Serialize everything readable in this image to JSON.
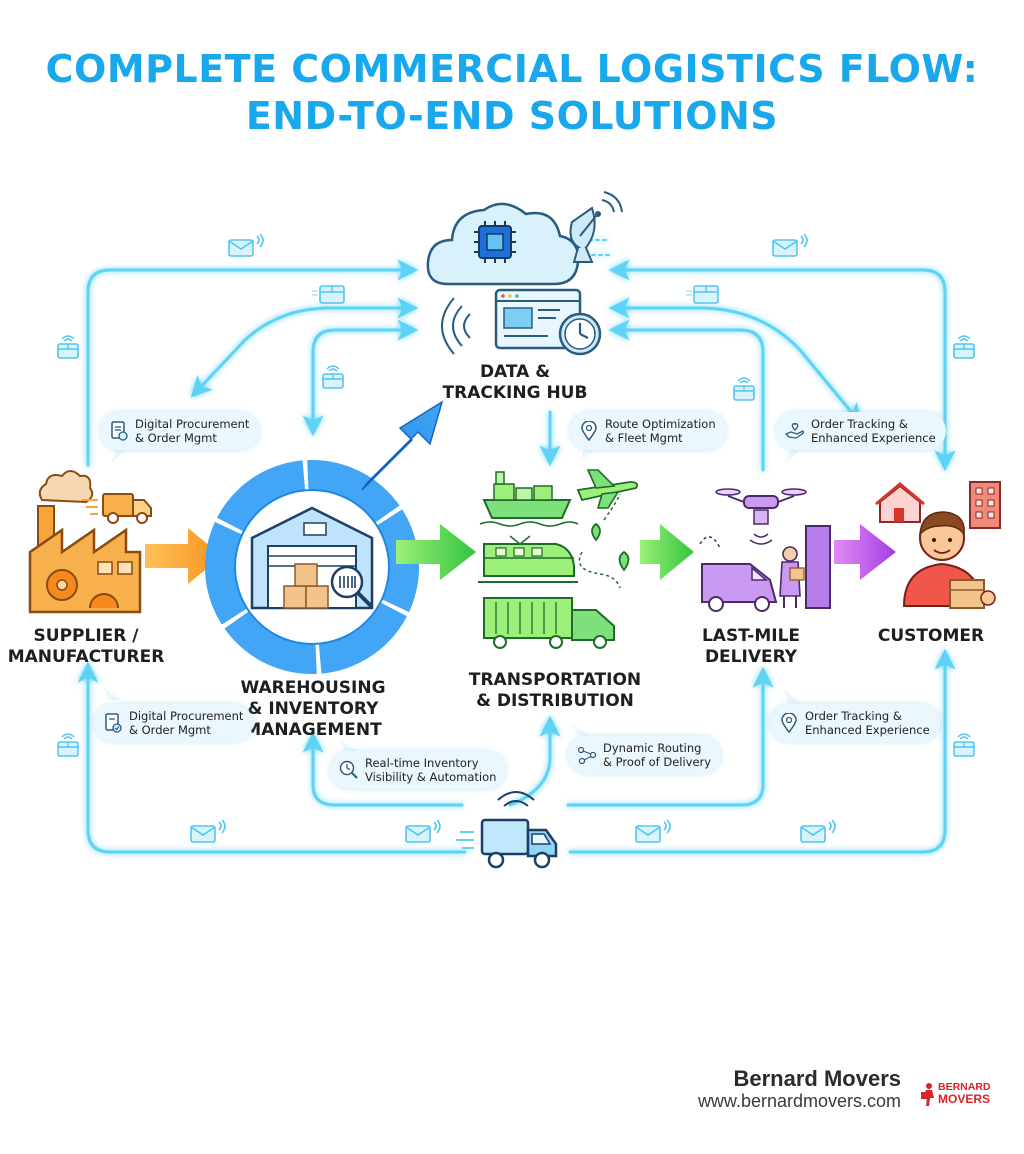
{
  "title": {
    "line1": "COMPLETE COMMERCIAL LOGISTICS FLOW:",
    "line2": "END-TO-END SOLUTIONS"
  },
  "nodes": {
    "supplier": {
      "line1": "SUPPLIER /",
      "line2": "MANUFACTURER"
    },
    "warehousing": {
      "line1": "WAREHOUSING",
      "line2": "& INVENTORY",
      "line3": "MANAGEMENT"
    },
    "transportation": {
      "line1": "TRANSPORTATION",
      "line2": "& DISTRIBUTION"
    },
    "last_mile": {
      "line1": "LAST-MILE",
      "line2": "DELIVERY"
    },
    "customer": {
      "line1": "CUSTOMER"
    },
    "hub": {
      "line1": "DATA &",
      "line2": "TRACKING HUB"
    }
  },
  "bubbles": {
    "procurement_top": {
      "line1": "Digital Procurement",
      "line2": "& Order Mgmt",
      "icon": "document-icon"
    },
    "route_top": {
      "line1": "Route Optimization",
      "line2": "& Fleet Mgmt",
      "icon": "location-pin-icon"
    },
    "tracking_top": {
      "line1": "Order Tracking &",
      "line2": "Enhanced Experience",
      "icon": "hand-heart-icon"
    },
    "procurement_bottom": {
      "line1": "Digital Procurement",
      "line2": "& Order Mgmt",
      "icon": "document-check-icon"
    },
    "inventory_bottom": {
      "line1": "Real-time Inventory",
      "line2": "Visibility & Automation",
      "icon": "clock-search-icon"
    },
    "routing_bottom": {
      "line1": "Dynamic Routing",
      "line2": "& Proof of Delivery",
      "icon": "route-nodes-icon"
    },
    "tracking_bottom": {
      "line1": "Order Tracking &",
      "line2": "Enhanced Experience",
      "icon": "location-pin-icon"
    }
  },
  "brand": {
    "name": "Bernard Movers",
    "url": "www.bernardmovers.com",
    "logo_line1": "BERNARD",
    "logo_line2": "MOVERS"
  },
  "colors": {
    "title": "#1aa8ec",
    "flow_lines": "#5fd3f5",
    "arrow_orange": "#f7931e",
    "arrow_green": "#4cd34c",
    "arrow_purple": "#b44ee6",
    "arrow_blue": "#1e88e5",
    "brand_red": "#d8242a"
  }
}
